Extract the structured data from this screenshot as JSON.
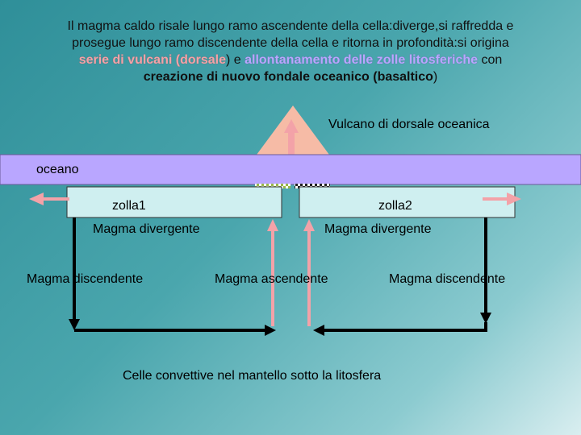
{
  "title": {
    "line1": "Il  magma caldo risale lungo ramo ascendente della cella:diverge,si raffredda e",
    "line2": "prosegue lungo ramo discendente della cella e ritorna in profondità:si origina",
    "line3_part1": "serie di vulcani (dorsale",
    "line3_part2": ")",
    "line3_part3": " e ",
    "line3_part4": "allontanamento delle zolle litosferiche",
    "line3_part5": " con",
    "line4_part1": "creazione di nuovo fondale oceanico (basaltico",
    "line4_part2": ")"
  },
  "labels": {
    "volcano": "Vulcano di dorsale oceanica",
    "ocean": "oceano",
    "plate1": "zolla1",
    "plate2": "zolla2",
    "divergent_left": "Magma divergente",
    "divergent_right": "Magma divergente",
    "descending_left": "Magma discendente",
    "ascending": "Magma ascendente",
    "descending_right": "Magma discendente",
    "cells": "Celle convettive nel mantello sotto la litosfera"
  },
  "colors": {
    "ocean": "#b9a6ff",
    "volcano": "#f6bba6",
    "plate": "#cfeff0",
    "pink_arrow": "#f3a2a8",
    "black_arrow": "#000000"
  }
}
